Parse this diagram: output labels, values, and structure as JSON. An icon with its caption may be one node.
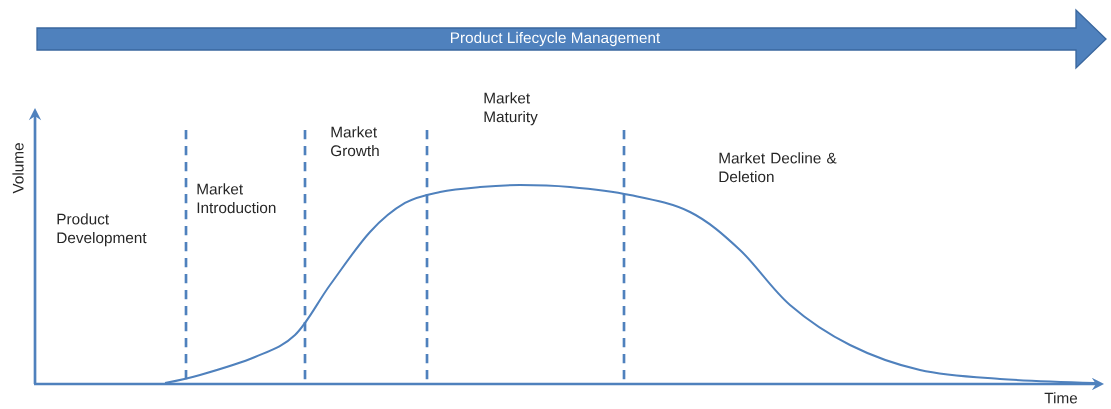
{
  "diagram": {
    "nodes": [
      {
        "text": [
          "Product Lifecycle Management"
        ]
      }
    ],
    "labels": [
      "Market Maturity",
      "Market Growth",
      "Volume",
      "Market Decline & Deletion",
      "Market Introduction",
      "Product Development",
      "Time"
    ]
  }
}
